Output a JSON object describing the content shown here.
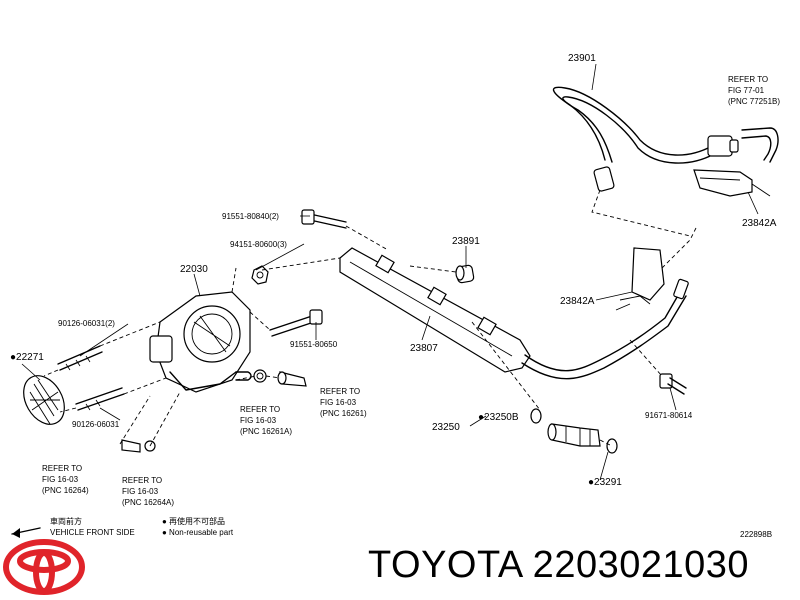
{
  "labels": {
    "p23901": "23901",
    "ref7701_a": "REFER TO",
    "ref7701_b": "FIG 77-01",
    "ref7701_c": "(PNC 77251B)",
    "p23842a_top": "23842A",
    "p91551_80840": "91551-80840(2)",
    "p94151_80600": "94151-80600(3)",
    "p23891": "23891",
    "p22030": "22030",
    "p23842a_mid": "23842A",
    "p90126_06031_2": "90126-06031(2)",
    "p22271": "●22271",
    "p91551_80650": "91551-80650",
    "p23807": "23807",
    "ref1603_right_a": "REFER TO",
    "ref1603_right_b": "FIG 16-03",
    "ref1603_right_c": "(PNC 16261)",
    "ref1603_mid_a": "REFER TO",
    "ref1603_mid_b": "FIG 16-03",
    "ref1603_mid_c": "(PNC 16261A)",
    "p90126_06031": "90126-06031",
    "p23250b": "●23250B",
    "p91671_80614": "91671-80614",
    "p23250": "23250",
    "ref1603_left_a": "REFER TO",
    "ref1603_left_b": "FIG 16-03",
    "ref1603_left_c": "(PNC 16264)",
    "ref1603_bl_a": "REFER TO",
    "ref1603_bl_b": "FIG 16-03",
    "ref1603_bl_c": "(PNC 16264A)",
    "p23291": "●23291",
    "front_jp": "車両前方",
    "front_en": "VEHICLE FRONT SIDE",
    "nonreuse_jp": "● 再使用不可部品",
    "nonreuse_en": "● Non-reusable part",
    "fig_code": "222898B"
  },
  "brand": {
    "text": "TOYOTA 2203021030",
    "logo_color": "#e0242a"
  }
}
